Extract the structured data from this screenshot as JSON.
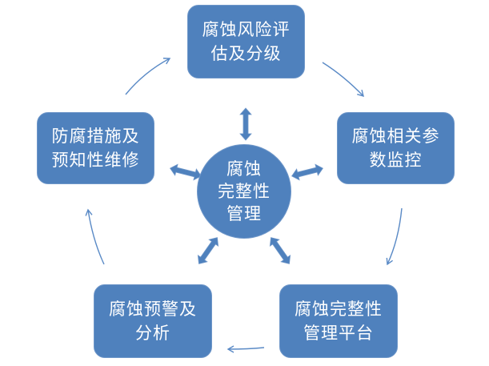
{
  "diagram": {
    "center": {
      "lines": [
        "腐蚀",
        "完整性",
        "管理"
      ]
    },
    "nodes": [
      {
        "id": "risk-assessment",
        "lines": [
          "腐蚀风险评",
          "估及分级"
        ]
      },
      {
        "id": "parameter-monitoring",
        "lines": [
          "腐蚀相关参",
          "数监控"
        ]
      },
      {
        "id": "management-platform",
        "lines": [
          "腐蚀完整性",
          "管理平台"
        ]
      },
      {
        "id": "warning-analysis",
        "lines": [
          "腐蚀预警及",
          "分析"
        ]
      },
      {
        "id": "prevention-maintenance",
        "lines": [
          "防腐措施及",
          "预知性维修"
        ]
      }
    ],
    "cycle_order": [
      "risk-assessment",
      "parameter-monitoring",
      "management-platform",
      "warning-analysis",
      "prevention-maintenance"
    ],
    "colors": {
      "node_fill": "#4f81bd",
      "node_border": "#6f97c9",
      "arrow": "#4f81bd",
      "text": "#ffffff"
    }
  }
}
